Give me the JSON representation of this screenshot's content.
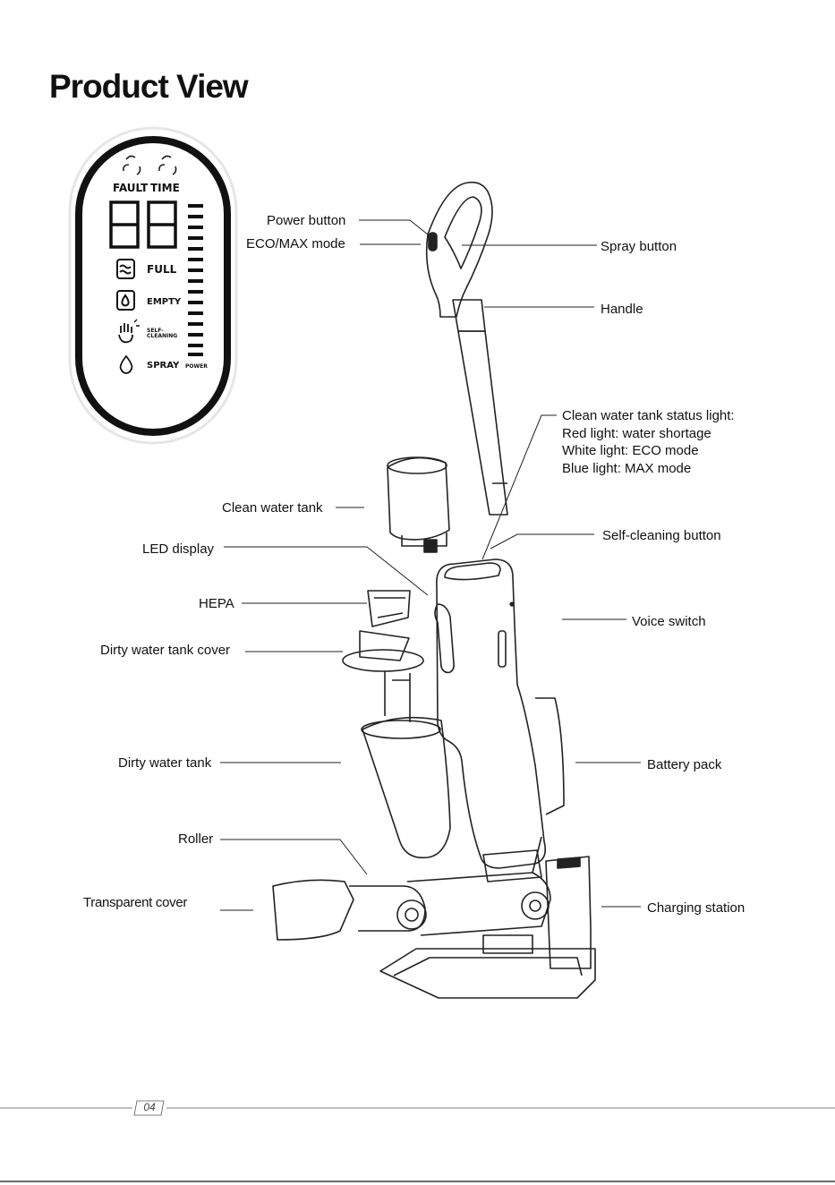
{
  "title": "Product View",
  "lcd": {
    "fault": "FAULT",
    "time": "TIME",
    "digits": "88",
    "full": "FULL",
    "empty": "EMPTY",
    "self_cleaning_1": "SELF-",
    "self_cleaning_2": "CLEANING",
    "spray": "SPRAY",
    "power": "POWER"
  },
  "labels": {
    "power_button": "Power button",
    "eco_max_mode": "ECO/MAX mode",
    "spray_button": "Spray button",
    "handle": "Handle",
    "status_light_1": "Clean water tank status light:",
    "status_light_2": "Red light: water shortage",
    "status_light_3": "White light: ECO mode",
    "status_light_4": "Blue light: MAX mode",
    "clean_water_tank": "Clean water tank",
    "self_cleaning_button": "Self-cleaning button",
    "led_display": "LED display",
    "hepa": "HEPA",
    "voice_switch": "Voice switch",
    "dirty_water_tank_cover": "Dirty water tank cover",
    "dirty_water_tank": "Dirty water tank",
    "battery_pack": "Battery pack",
    "roller": "Roller",
    "transparent_cover": "Transparent cover",
    "charging_station": "Charging station"
  },
  "page_number": "04"
}
